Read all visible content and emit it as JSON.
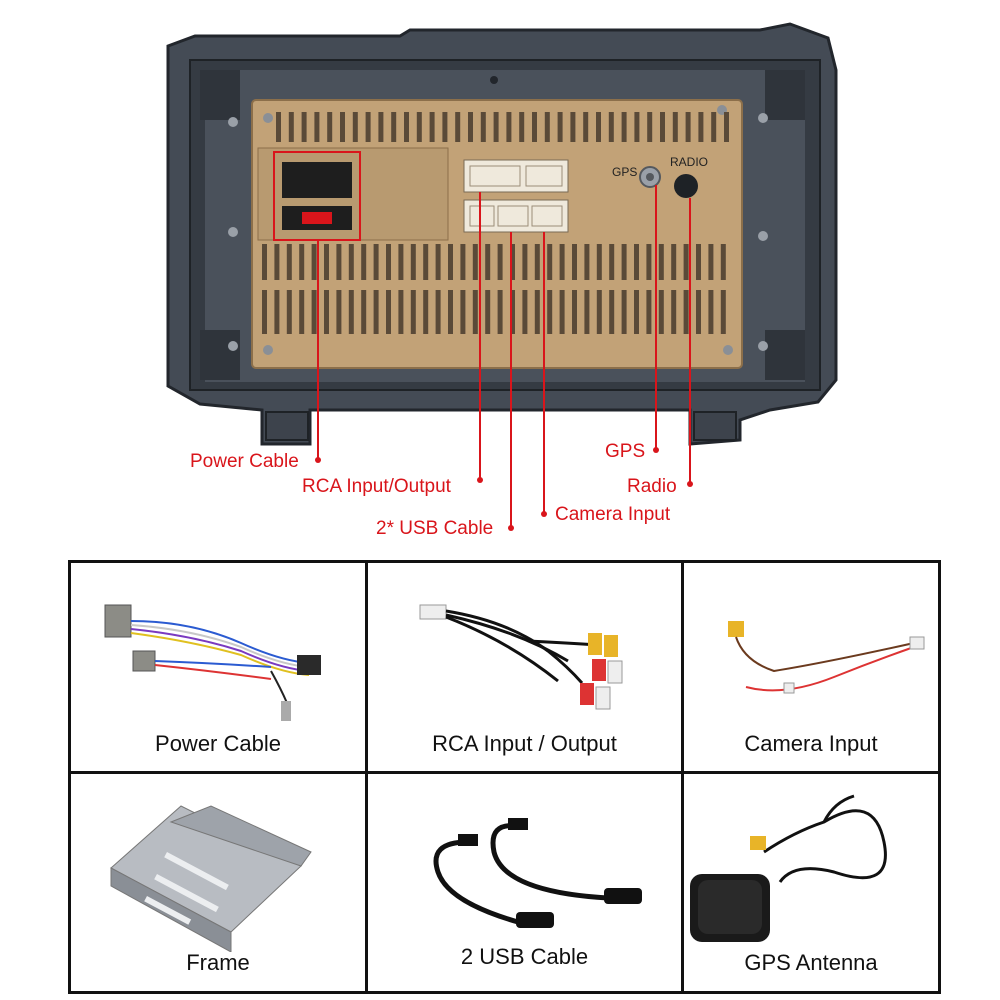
{
  "port_labels": {
    "gps": "GPS",
    "radio": "RADIO"
  },
  "callouts": {
    "power_cable": "Power Cable",
    "rca": "RCA Input/Output",
    "usb": "2* USB Cable",
    "gps": "GPS",
    "radio": "Radio",
    "camera": "Camera Input"
  },
  "accessories": [
    {
      "label": "Power Cable",
      "icon": "power-cable-harness"
    },
    {
      "label": "RCA Input / Output",
      "icon": "rca-cable"
    },
    {
      "label": "Camera Input",
      "icon": "camera-input-cable"
    },
    {
      "label": "Frame",
      "icon": "mounting-frame"
    },
    {
      "label": "2 USB Cable",
      "icon": "usb-cables"
    },
    {
      "label": "GPS Antenna",
      "icon": "gps-antenna"
    }
  ],
  "colors": {
    "callout_red": "#d9151b",
    "housing": "#3f4650",
    "metal_panel": "#c2a277"
  }
}
